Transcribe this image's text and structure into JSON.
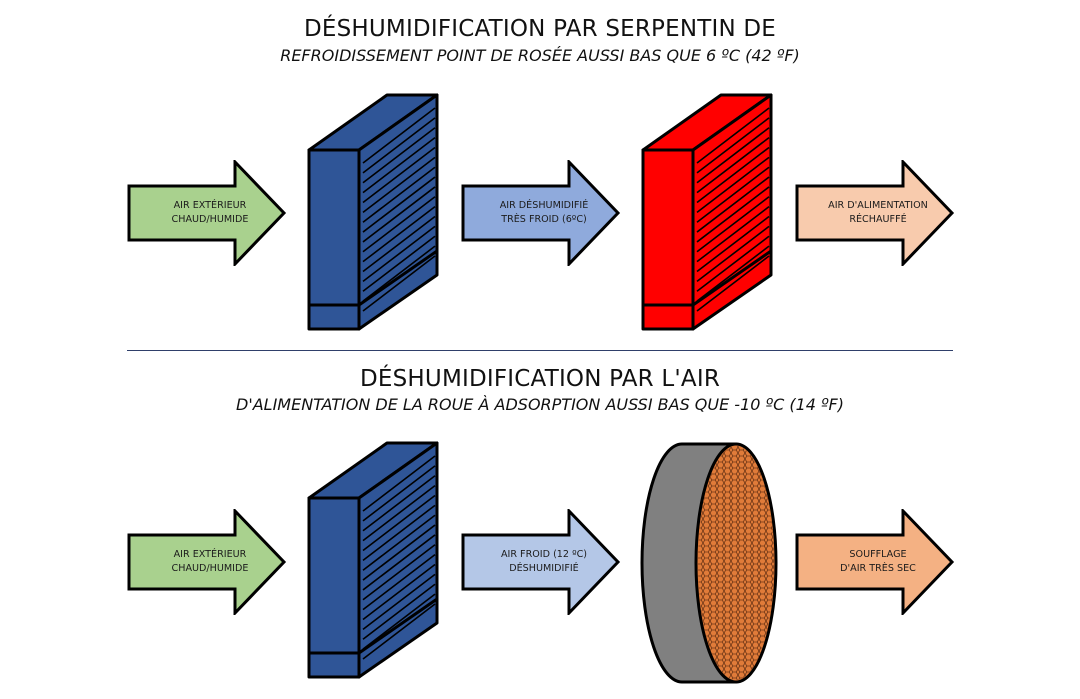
{
  "section1": {
    "title": "DÉSHUMIDIFICATION PAR SERPENTIN DE",
    "subtitle": "REFROIDISSEMENT POINT DE ROSÉE AUSSI BAS QUE 6 ºC (42 ºF)",
    "arrows": [
      {
        "label": "AIR EXTÉRIEUR\nCHAUD/HUMIDE",
        "color": "#a9d18e"
      },
      {
        "label": "AIR DÉSHUMIDIFIÉ\nTRÈS FROID (6ºC)",
        "color": "#8faadc"
      },
      {
        "label": "AIR D'ALIMENTATION\nRÉCHAUFFÉ",
        "color": "#f8cbad"
      }
    ],
    "coil1_color": "#2f5597",
    "coil2_color": "#ff0000"
  },
  "section2": {
    "title": "DÉSHUMIDIFICATION PAR L'AIR",
    "subtitle": "D'ALIMENTATION DE LA ROUE À ADSORPTION AUSSI BAS QUE -10 ºC (14 ºF)",
    "arrows": [
      {
        "label": "AIR EXTÉRIEUR\nCHAUD/HUMIDE",
        "color": "#a9d18e"
      },
      {
        "label": "AIR FROID (12 ºC)\nDÉSHUMIDIFIÉ",
        "color": "#b4c7e7"
      },
      {
        "label": "SOUFFLAGE\nD'AIR TRÈS SEC",
        "color": "#f4b183"
      }
    ],
    "coil_color": "#2f5597",
    "wheel_rim_color": "#808080",
    "wheel_face_color": "#e07b39"
  }
}
